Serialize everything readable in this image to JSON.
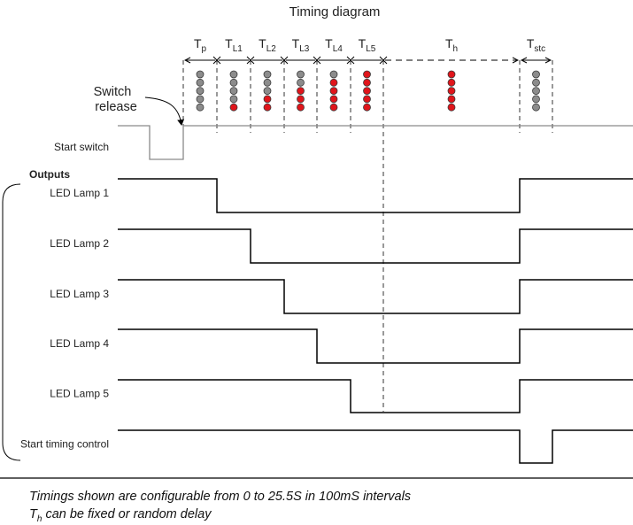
{
  "title": "Timing diagram",
  "switch_callout": [
    "Switch",
    "release"
  ],
  "start_switch_label": "Start switch",
  "outputs_label": "Outputs",
  "intervals": [
    {
      "base": "T",
      "sub": "p"
    },
    {
      "base": "T",
      "sub": "L1"
    },
    {
      "base": "T",
      "sub": "L2"
    },
    {
      "base": "T",
      "sub": "L3"
    },
    {
      "base": "T",
      "sub": "L4"
    },
    {
      "base": "T",
      "sub": "L5"
    },
    {
      "base": "T",
      "sub": "h"
    },
    {
      "base": "T",
      "sub": "stc"
    }
  ],
  "led_states": [
    [
      "off",
      "off",
      "off",
      "off",
      "off"
    ],
    [
      "off",
      "off",
      "off",
      "off",
      "on"
    ],
    [
      "off",
      "off",
      "off",
      "on",
      "on"
    ],
    [
      "off",
      "off",
      "on",
      "on",
      "on"
    ],
    [
      "off",
      "on",
      "on",
      "on",
      "on"
    ],
    [
      "on",
      "on",
      "on",
      "on",
      "on"
    ],
    [
      "on",
      "on",
      "on",
      "on",
      "on"
    ],
    [
      "off",
      "off",
      "off",
      "off",
      "off"
    ]
  ],
  "channels": [
    {
      "label": "LED Lamp 1"
    },
    {
      "label": "LED Lamp 2"
    },
    {
      "label": "LED Lamp 3"
    },
    {
      "label": "LED Lamp  4"
    },
    {
      "label": "LED Lamp 5"
    },
    {
      "label": "Start timing control"
    }
  ],
  "notes": {
    "line1": "Timings shown are configurable from 0 to 25.5S in 100mS intervals",
    "line2_base": "T",
    "line2_sub": "h",
    "line2_rest": " can be fixed or random delay"
  },
  "colors": {
    "led_on": "#e0151b",
    "led_off": "#8c8c8c",
    "switch_line": "#8a8a8a",
    "signal": "#000000"
  }
}
